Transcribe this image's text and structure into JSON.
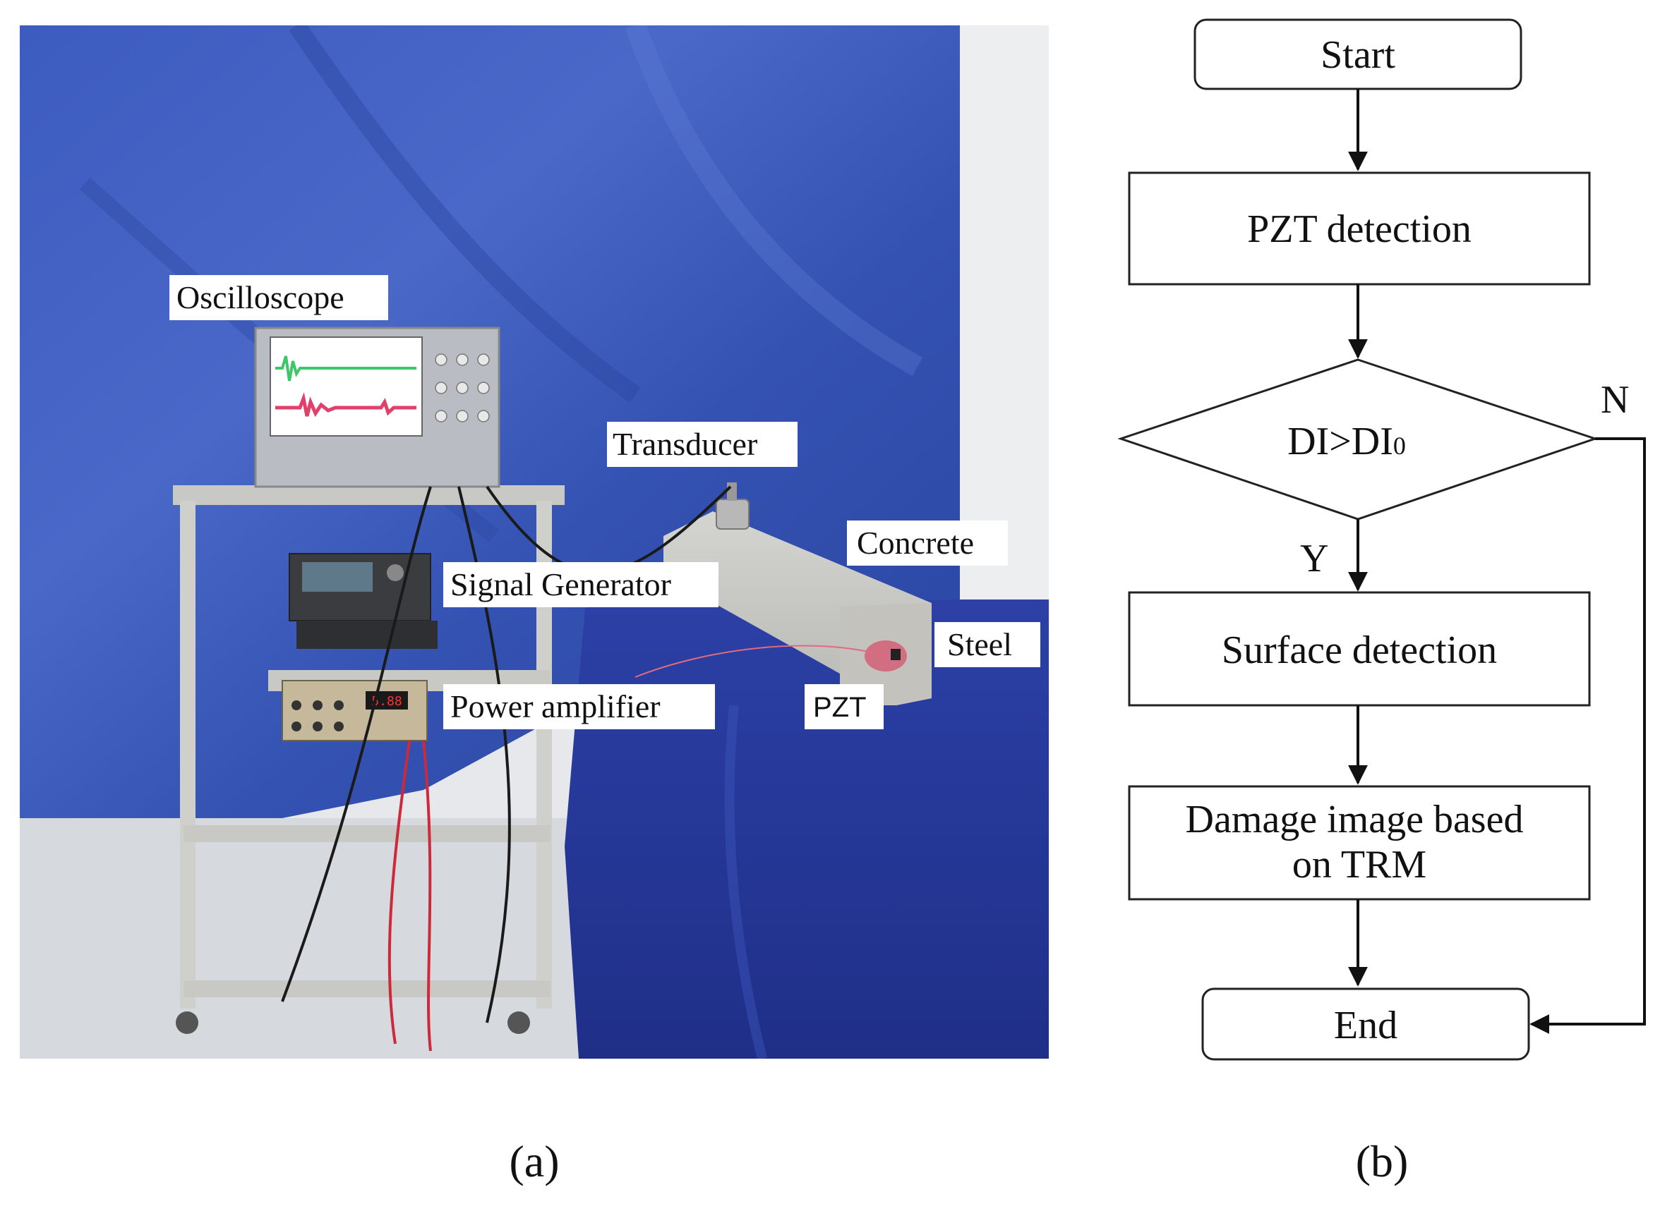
{
  "photo_labels": {
    "oscilloscope": "Oscilloscope",
    "transducer": "Transducer",
    "concrete": "Concrete",
    "signal_generator": "Signal Generator",
    "steel": "Steel",
    "power_amplifier": "Power amplifier",
    "pzt": "PZT"
  },
  "amplifier_display": "5.88",
  "flowchart": {
    "start": "Start",
    "pzt_detection": "PZT detection",
    "decision": "DI>DI",
    "decision_subscript": "0",
    "no_label": "N",
    "yes_label": "Y",
    "surface_detection": "Surface detection",
    "damage_line1": "Damage image based",
    "damage_line2": "on TRM",
    "end": "End"
  },
  "captions": {
    "a": "(a)",
    "b": "(b)"
  },
  "colors": {
    "backdrop_blue": "#3a56b4",
    "table_cloth": "#283a9a",
    "floor": "#d8dbe0",
    "trace_green": "#3cc86a",
    "trace_red": "#e0406a"
  }
}
